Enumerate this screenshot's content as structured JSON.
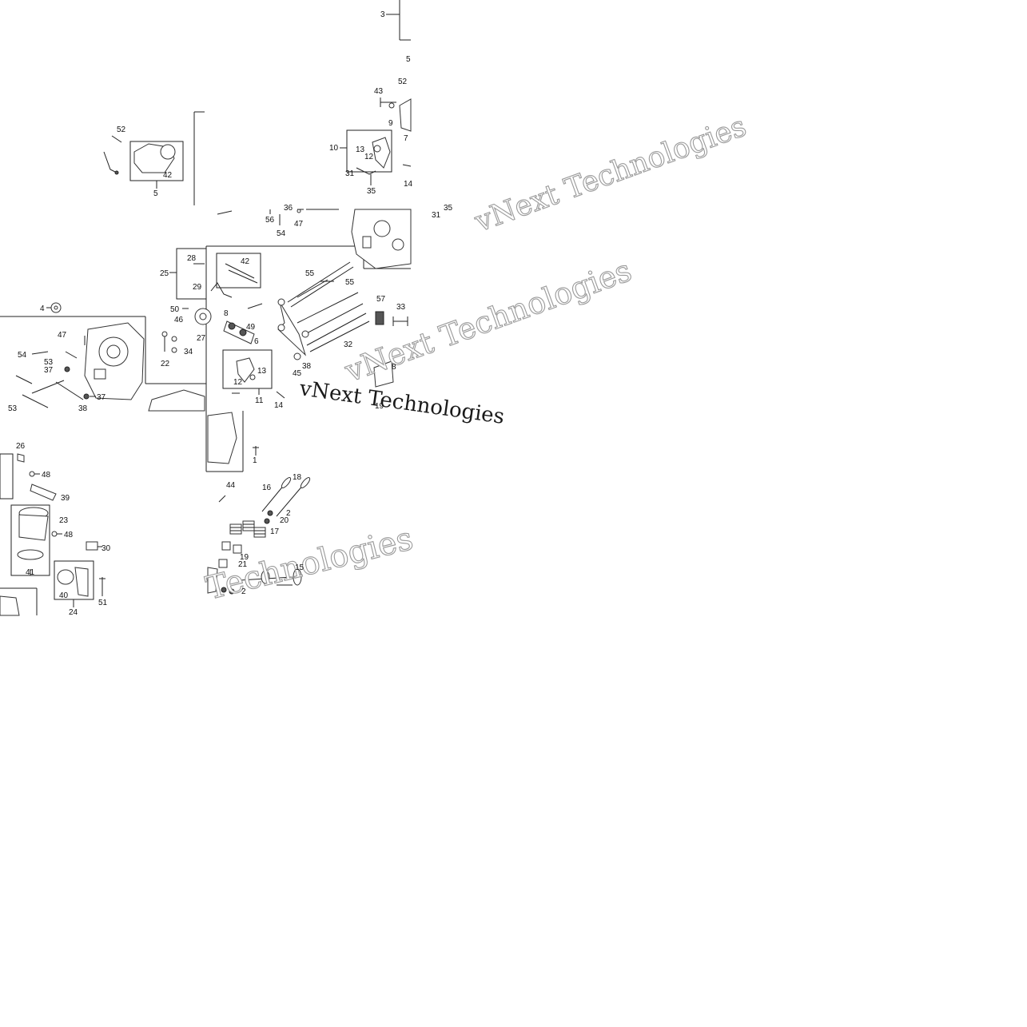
{
  "callouts": {
    "t1": [
      {
        "id": "c3",
        "text": "3"
      },
      {
        "id": "c5a",
        "text": "5"
      },
      {
        "id": "c52a",
        "text": "52"
      },
      {
        "id": "c43",
        "text": "43"
      },
      {
        "id": "c9",
        "text": "9"
      },
      {
        "id": "c7",
        "text": "7"
      },
      {
        "id": "c10",
        "text": "10"
      },
      {
        "id": "c13a",
        "text": "13"
      },
      {
        "id": "c12a",
        "text": "12"
      },
      {
        "id": "c31a",
        "text": "31"
      },
      {
        "id": "c35a",
        "text": "35"
      },
      {
        "id": "c14a",
        "text": "14"
      },
      {
        "id": "c52b",
        "text": "52"
      },
      {
        "id": "c42a",
        "text": "42"
      },
      {
        "id": "c5b",
        "text": "5"
      }
    ],
    "t2": [
      {
        "id": "c36",
        "text": "36"
      },
      {
        "id": "c56",
        "text": "56"
      },
      {
        "id": "c47a",
        "text": "47"
      },
      {
        "id": "c54a",
        "text": "54"
      },
      {
        "id": "c31b",
        "text": "31"
      },
      {
        "id": "c35b",
        "text": "35"
      },
      {
        "id": "c28",
        "text": "28"
      },
      {
        "id": "c42b",
        "text": "42"
      },
      {
        "id": "c25",
        "text": "25"
      },
      {
        "id": "c29",
        "text": "29"
      },
      {
        "id": "c55a",
        "text": "55"
      },
      {
        "id": "c55b",
        "text": "55"
      },
      {
        "id": "c4",
        "text": "4"
      },
      {
        "id": "c50",
        "text": "50"
      },
      {
        "id": "c8a",
        "text": "8"
      },
      {
        "id": "c46",
        "text": "46"
      },
      {
        "id": "c49",
        "text": "49"
      },
      {
        "id": "c57",
        "text": "57"
      },
      {
        "id": "c33",
        "text": "33"
      },
      {
        "id": "c47b",
        "text": "47"
      },
      {
        "id": "c27",
        "text": "27"
      },
      {
        "id": "c6",
        "text": "6"
      },
      {
        "id": "c34",
        "text": "34"
      },
      {
        "id": "c22",
        "text": "22"
      },
      {
        "id": "c32",
        "text": "32"
      },
      {
        "id": "c54b",
        "text": "54"
      },
      {
        "id": "c53a",
        "text": "53"
      },
      {
        "id": "c37a",
        "text": "37"
      },
      {
        "id": "c13b",
        "text": "13"
      },
      {
        "id": "c38a",
        "text": "38"
      },
      {
        "id": "c45",
        "text": "45"
      },
      {
        "id": "c8b",
        "text": "8"
      },
      {
        "id": "c12b",
        "text": "12"
      },
      {
        "id": "c11",
        "text": "11"
      },
      {
        "id": "c37b",
        "text": "37"
      },
      {
        "id": "c19a",
        "text": "19"
      },
      {
        "id": "c14b",
        "text": "14"
      },
      {
        "id": "c53b",
        "text": "53"
      },
      {
        "id": "c38b",
        "text": "38"
      }
    ],
    "t3": [
      {
        "id": "c26",
        "text": "26"
      },
      {
        "id": "c1",
        "text": "1"
      },
      {
        "id": "c48a",
        "text": "48"
      },
      {
        "id": "c44",
        "text": "44"
      },
      {
        "id": "c16",
        "text": "16"
      },
      {
        "id": "c18",
        "text": "18"
      },
      {
        "id": "c39",
        "text": "39"
      },
      {
        "id": "c2a",
        "text": "2"
      },
      {
        "id": "c20",
        "text": "20"
      },
      {
        "id": "c23",
        "text": "23"
      },
      {
        "id": "c48b",
        "text": "48"
      },
      {
        "id": "c17",
        "text": "17"
      },
      {
        "id": "c30",
        "text": "30"
      },
      {
        "id": "c19b",
        "text": "19"
      },
      {
        "id": "c21",
        "text": "21"
      },
      {
        "id": "c15",
        "text": "15"
      },
      {
        "id": "c41",
        "text": "41"
      },
      {
        "id": "c40",
        "text": "40"
      },
      {
        "id": "c2b",
        "text": "2"
      },
      {
        "id": "c51",
        "text": "51"
      },
      {
        "id": "c24",
        "text": "24"
      }
    ]
  },
  "watermark": {
    "text1": "vNext Technologies",
    "text2": "vNext Technologies",
    "text3": "vNext Technologies",
    "text4": "Technologies"
  },
  "colors": {
    "line": "#222222",
    "watermark_outline": "#9a9a9a",
    "background": "#ffffff"
  }
}
